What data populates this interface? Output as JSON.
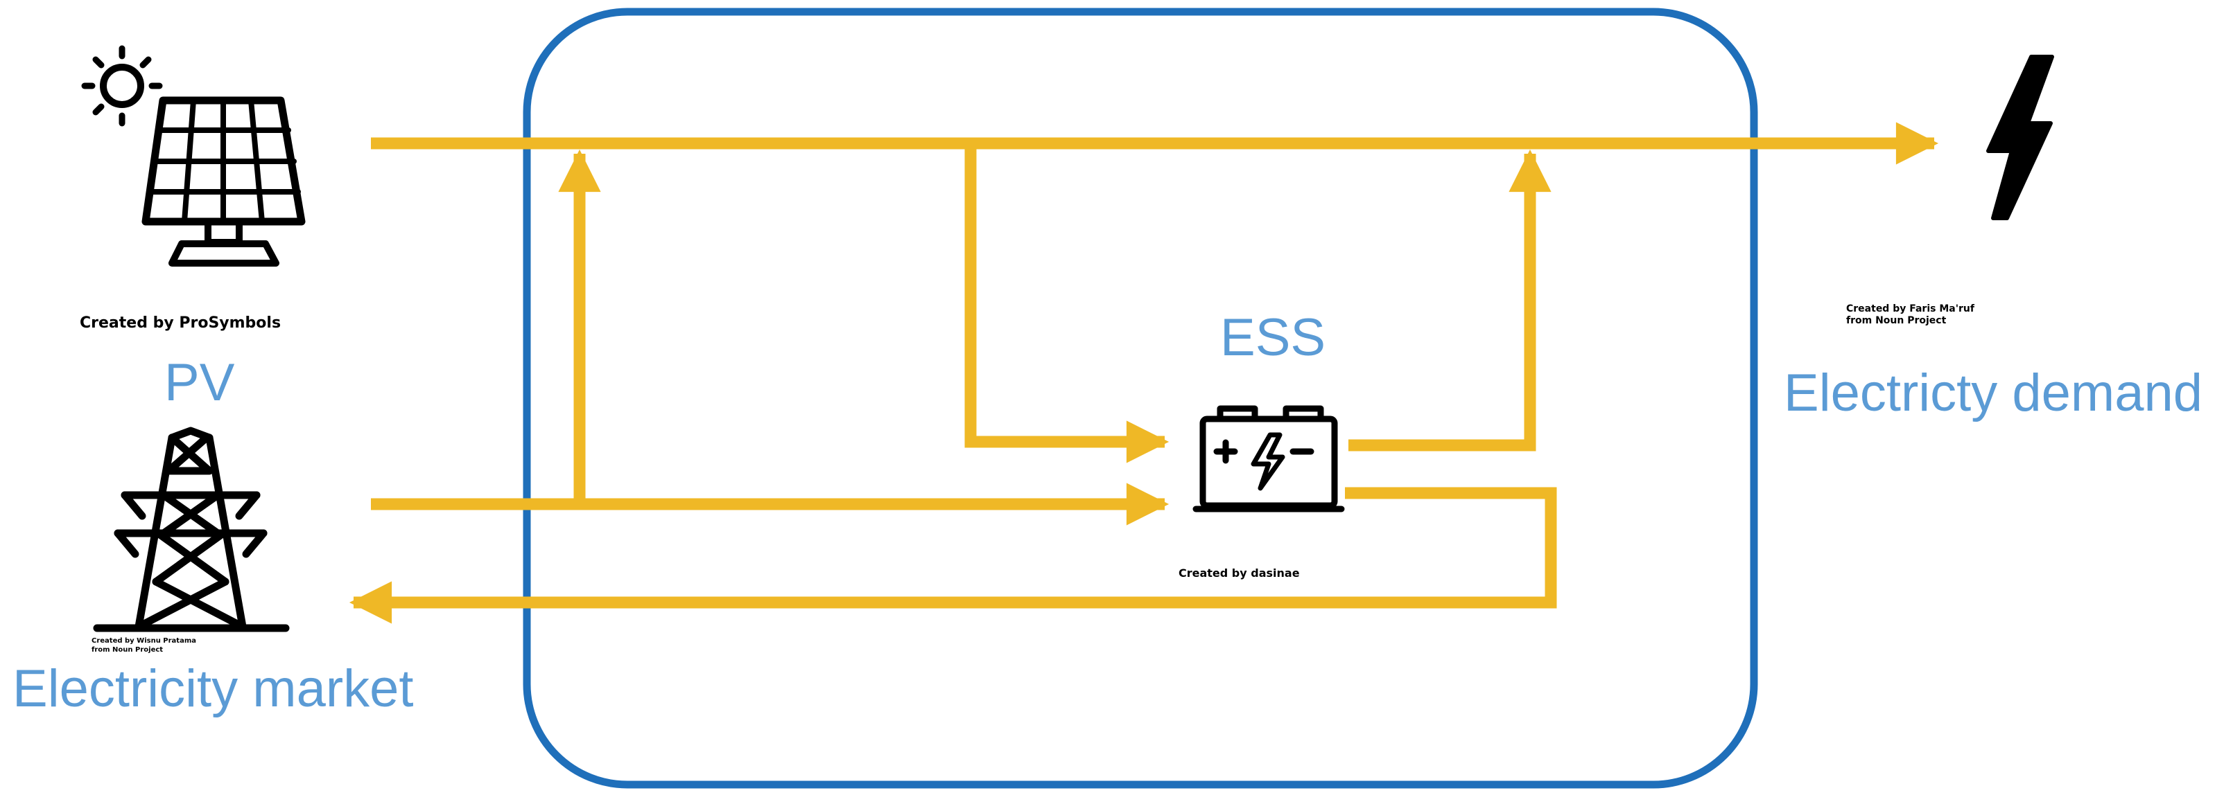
{
  "labels": {
    "pv": "PV",
    "market": "Electricity market",
    "ess": "ESS",
    "demand": "Electricty demand"
  },
  "credits": {
    "pv": "Created by ProSymbols",
    "battery": "Created by dasinae",
    "demand_line1": "Created by Faris Ma'ruf",
    "demand_line2": "from Noun Project",
    "tower_line1": "Created by Wisnu Pratama",
    "tower_line2": "from Noun Project"
  },
  "icons": {
    "pv": "solar-panel-with-sun-icon",
    "market": "transmission-tower-icon",
    "ess": "battery-icon",
    "demand": "lightning-bolt-icon"
  },
  "colors": {
    "flow": "#EFB826",
    "boundary": "#1F6FBA",
    "label": "#5B9BD5",
    "icon": "#000000"
  }
}
